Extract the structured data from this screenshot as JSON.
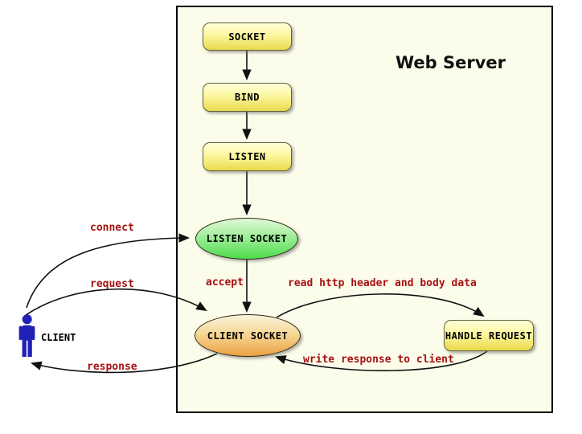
{
  "server": {
    "title": "Web Server"
  },
  "client": {
    "label": "CLIENT",
    "icon": "person-icon",
    "color": "#2121b8"
  },
  "nodes": {
    "socket": {
      "label": "SOCKET",
      "shape": "rounded-box"
    },
    "bind": {
      "label": "BIND",
      "shape": "rounded-box"
    },
    "listen": {
      "label": "LISTEN",
      "shape": "rounded-box"
    },
    "listen_socket": {
      "label": "LISTEN SOCKET",
      "shape": "ellipse"
    },
    "client_socket": {
      "label": "CLIENT SOCKET",
      "shape": "ellipse"
    },
    "handle_request": {
      "label": "HANDLE REQUEST",
      "shape": "rounded-box"
    }
  },
  "edges": {
    "socket_to_bind": {
      "from": "SOCKET",
      "to": "BIND",
      "label": ""
    },
    "bind_to_listen": {
      "from": "BIND",
      "to": "LISTEN",
      "label": ""
    },
    "listen_to_lsocket": {
      "from": "LISTEN",
      "to": "LISTEN SOCKET",
      "label": ""
    },
    "accept": {
      "from": "LISTEN SOCKET",
      "to": "CLIENT SOCKET",
      "label": "accept"
    },
    "connect": {
      "from": "CLIENT",
      "to": "LISTEN SOCKET",
      "label": "connect"
    },
    "request": {
      "from": "CLIENT",
      "to": "CLIENT SOCKET",
      "label": "request"
    },
    "response": {
      "from": "CLIENT SOCKET",
      "to": "CLIENT",
      "label": "response"
    },
    "read": {
      "from": "CLIENT SOCKET",
      "to": "HANDLE REQUEST",
      "label": "read http header and body data"
    },
    "write": {
      "from": "HANDLE REQUEST",
      "to": "CLIENT SOCKET",
      "label": "write response to client"
    }
  },
  "colors": {
    "panel_bg": "#fcfceb",
    "box_gradient_top": "#ffffd9",
    "box_gradient_bottom": "#e9d94c",
    "green_top": "#e2f9d8",
    "green_bottom": "#4cdc4c",
    "orange_top": "#fbf3de",
    "orange_bottom": "#eca043",
    "edge_label_color": "#a51212",
    "arrow_color": "#111111",
    "client_color": "#2121b8"
  }
}
